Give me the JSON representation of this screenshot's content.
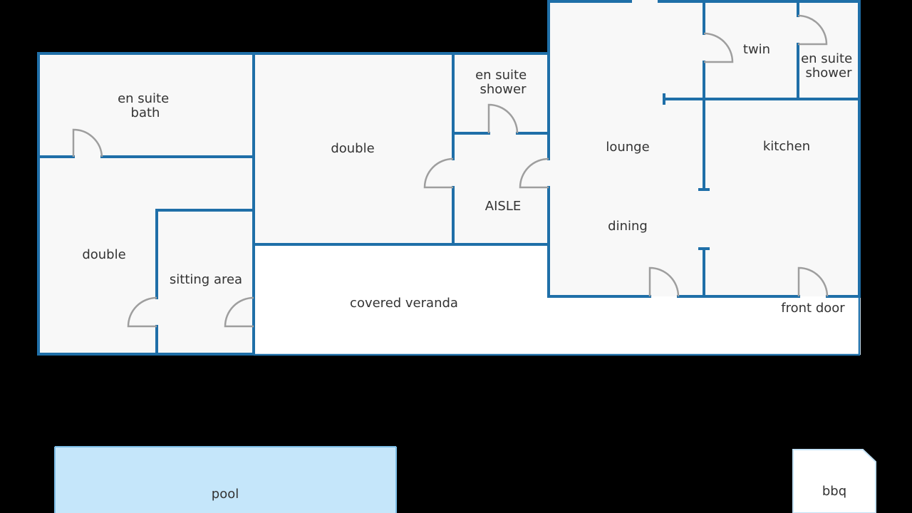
{
  "colors": {
    "background": "#000000",
    "room_fill": "#f8f8f8",
    "veranda_fill": "#ffffff",
    "wall": "#1f6fa8",
    "door": "#9e9e9e",
    "pool_fill": "#c5e6fa",
    "pool_border": "#7cbde6",
    "bbq_border": "#c5e3f7",
    "label": "#333333"
  },
  "rooms": {
    "en_suite_bath": [
      "en suite",
      "bath"
    ],
    "double_left": "double",
    "sitting_area": "sitting area",
    "double_middle": "double",
    "en_suite_shower_middle": [
      "en suite",
      "shower"
    ],
    "aisle": "AISLE",
    "lounge": "lounge",
    "dining": "dining",
    "twin": "twin",
    "en_suite_shower_right": [
      "en suite",
      "shower"
    ],
    "kitchen": "kitchen",
    "covered_veranda": "covered veranda",
    "front_door": "front door",
    "pool": "pool",
    "bbq": "bbq"
  }
}
